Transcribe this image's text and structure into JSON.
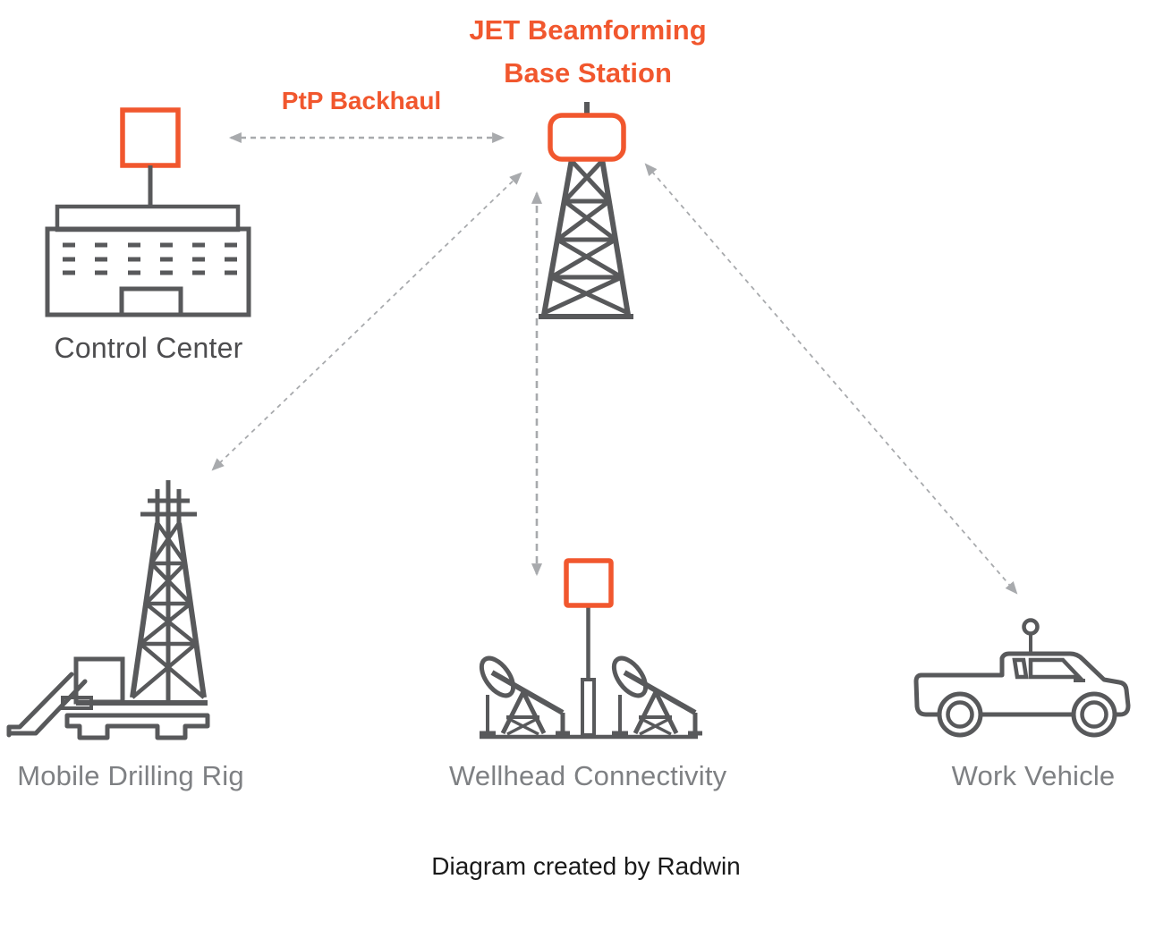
{
  "diagram": {
    "title": {
      "line1": "JET Beamforming",
      "line2": "Base Station"
    },
    "backhaul_label": "PtP Backhaul",
    "footer": "Diagram created by Radwin",
    "nodes": {
      "control_center": {
        "label": "Control Center",
        "icon": "building-with-rooftop-antenna"
      },
      "base_station": {
        "label": "JET Beamforming Base Station",
        "icon": "lattice-tower-with-beamforming-antenna"
      },
      "mobile_drilling_rig": {
        "label": "Mobile Drilling Rig",
        "icon": "derrick-on-truck-trailer"
      },
      "wellhead": {
        "label": "Wellhead Connectivity",
        "icon": "two-pumpjacks-with-antenna-mast"
      },
      "work_vehicle": {
        "label": "Work Vehicle",
        "icon": "pickup-truck-with-antenna"
      }
    },
    "links": [
      {
        "from": "control_center",
        "to": "base_station",
        "label": "PtP Backhaul",
        "style": "dashed-double-arrow"
      },
      {
        "from": "base_station",
        "to": "mobile_drilling_rig",
        "label": "",
        "style": "dashed-double-arrow"
      },
      {
        "from": "base_station",
        "to": "wellhead",
        "label": "",
        "style": "dashed-double-arrow"
      },
      {
        "from": "base_station",
        "to": "work_vehicle",
        "label": "",
        "style": "dashed-double-arrow"
      }
    ],
    "colors": {
      "accent_orange": "#F1572E",
      "icon_gray": "#58595B",
      "arrow_gray": "#A8AAAD",
      "label_gray": "#7E8083",
      "label_dark_gray": "#4D4D4F",
      "footer_black": "#1A1A1A",
      "background": "#FFFFFF"
    }
  }
}
